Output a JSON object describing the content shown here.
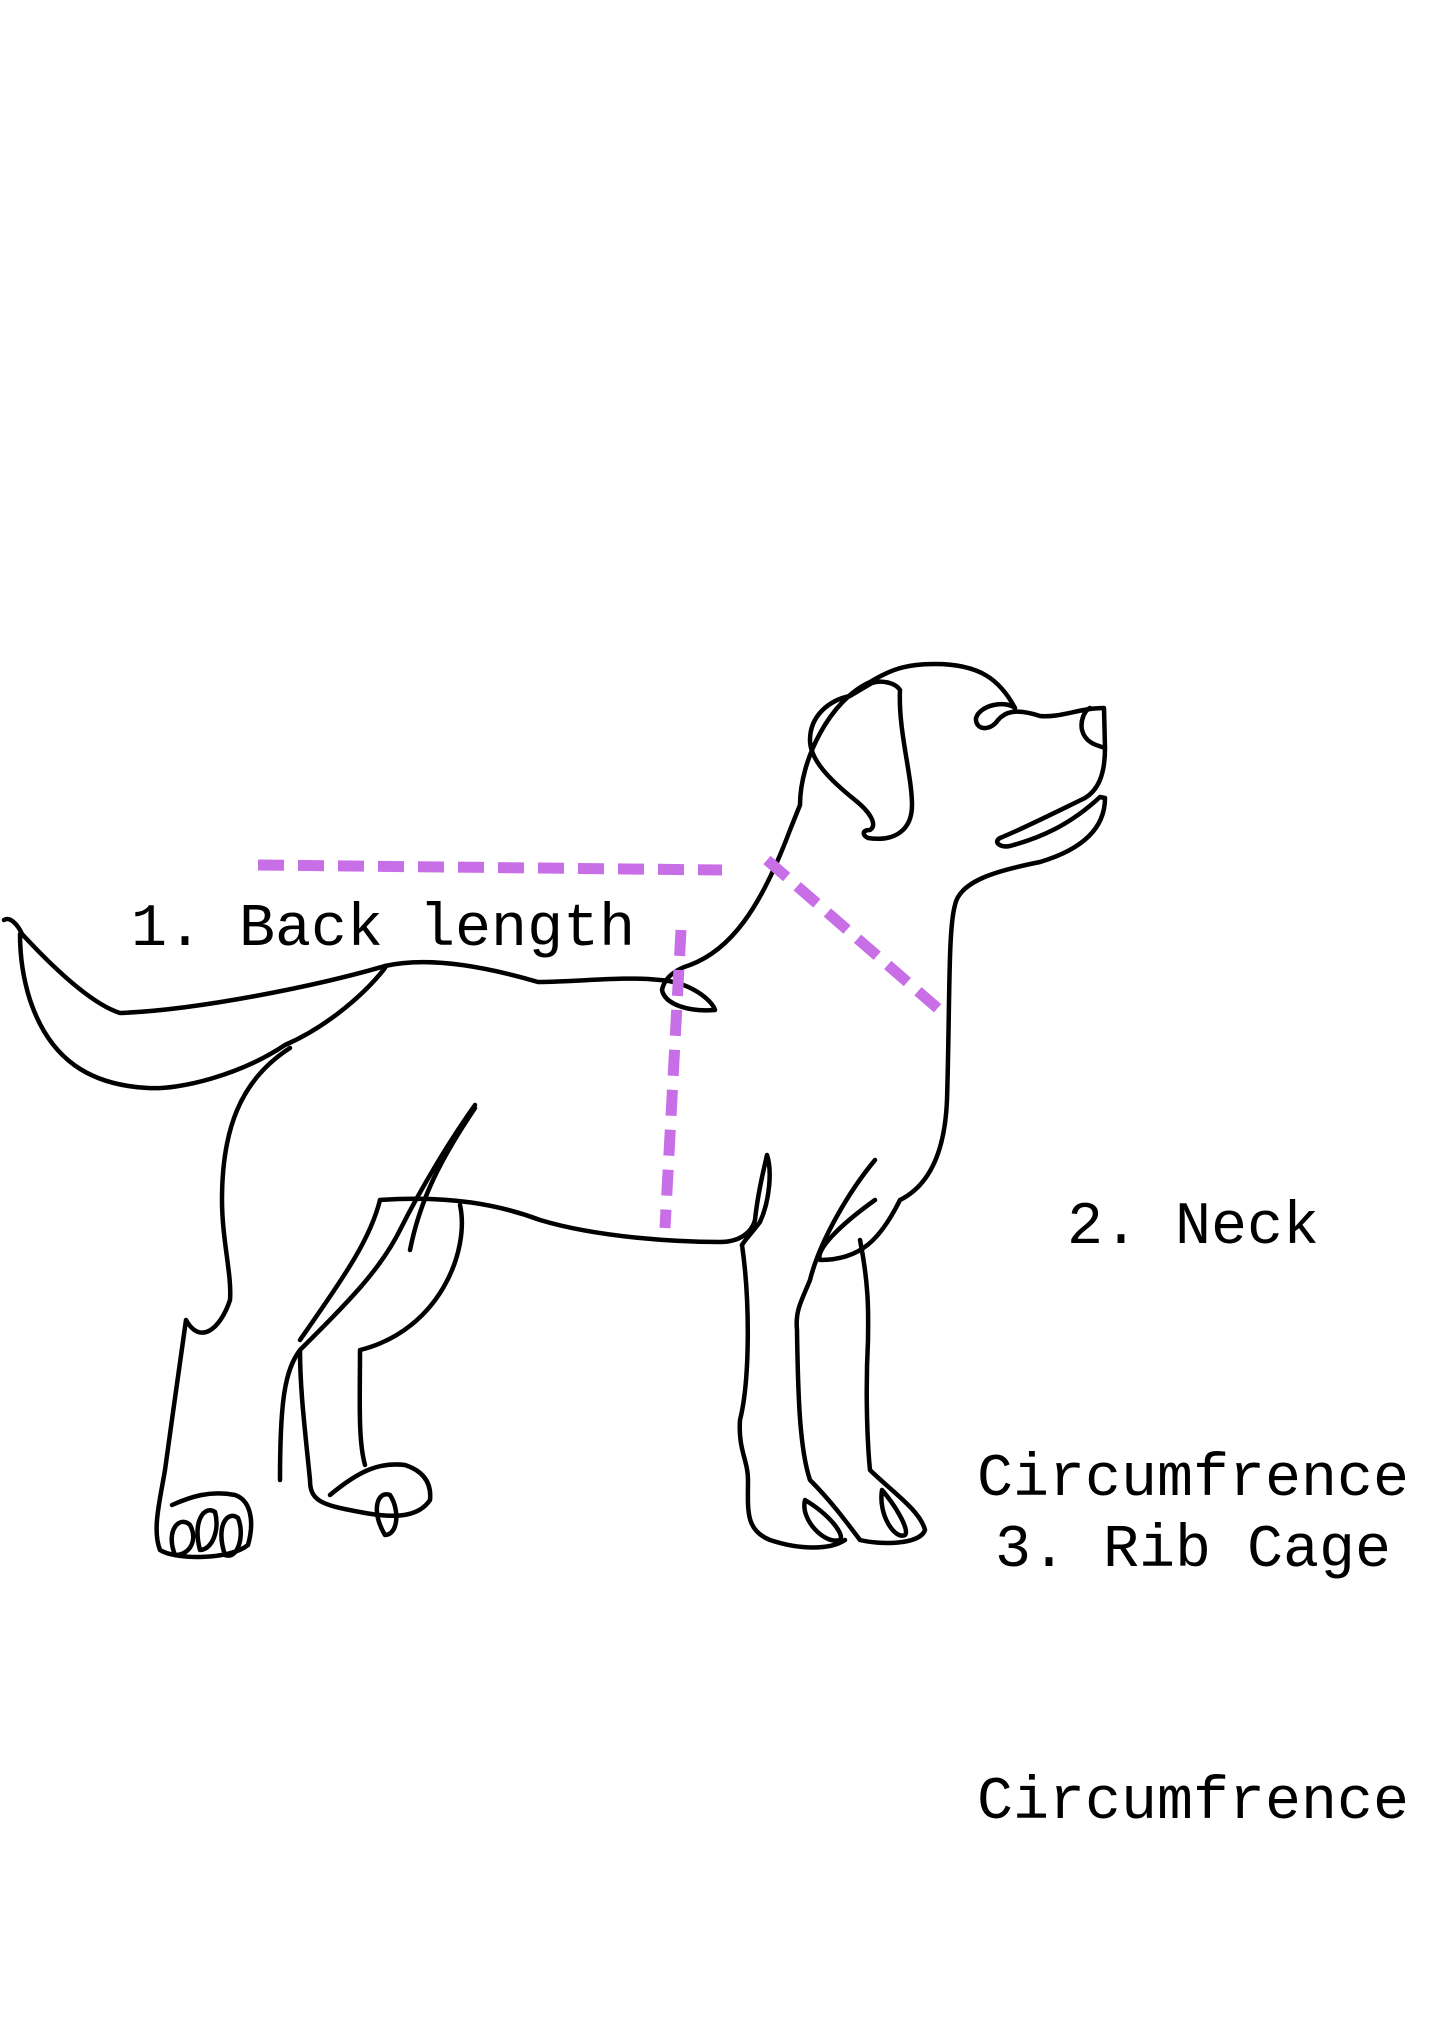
{
  "diagram": {
    "subject": "dog-outline",
    "accent_color": "#C86EE6",
    "line_color": "#000000",
    "measurements": [
      {
        "number": "1.",
        "name": "Back length",
        "lines": [
          "1. Back length"
        ]
      },
      {
        "number": "2.",
        "name": "Neck Circumfrence",
        "lines": [
          "2. Neck",
          "Circumfrence"
        ]
      },
      {
        "number": "3.",
        "name": "Rib Cage Circumfrence",
        "lines": [
          "3. Rib Cage",
          "Circumfrence"
        ]
      }
    ]
  }
}
